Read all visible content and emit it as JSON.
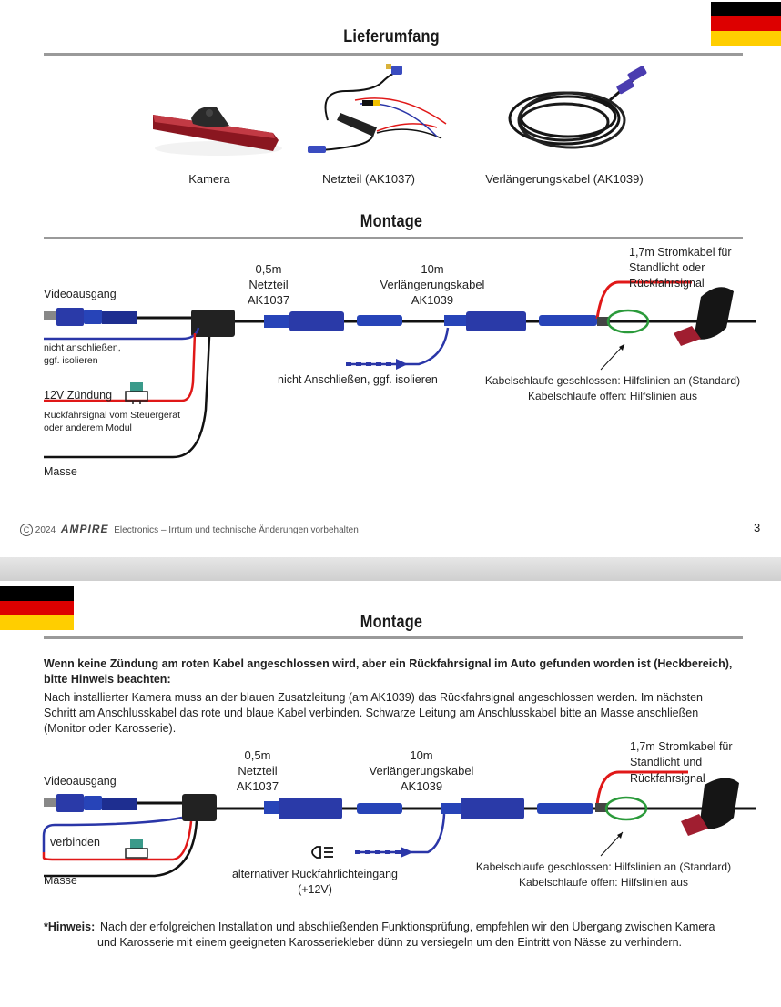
{
  "colors": {
    "flag_black": "#000000",
    "flag_red": "#dd0000",
    "flag_gold": "#ffce00",
    "cable_blue": "#2a36a8",
    "connector_blue": "#2744b8",
    "wire_red": "#e01818",
    "green_loop": "#2a9a3a",
    "rule_gray": "#9a9a9a"
  },
  "page1": {
    "title": "Lieferumfang",
    "items": [
      {
        "label": "Kamera"
      },
      {
        "label": "Netzteil (AK1037)"
      },
      {
        "label": "Verlängerungskabel (AK1039)"
      }
    ],
    "montage_title": "Montage",
    "diagram": {
      "videoausgang": "Videoausgang",
      "netzteil_len": "0,5m",
      "netzteil_name": "Netzteil",
      "netzteil_code": "AK1037",
      "ext_len": "10m",
      "ext_name": "Verlängerungskabel",
      "ext_code": "AK1039",
      "power_cable": [
        "1,7m Stromkabel für",
        "Standlicht oder",
        "Rückfahrsignal"
      ],
      "not_connect": [
        "nicht anschließen,",
        "ggf. isolieren"
      ],
      "ignition": "12V Zündung",
      "reverse_signal": [
        "Rückfahrsignal vom Steuergerät",
        "oder anderem Modul"
      ],
      "masse": "Masse",
      "blue_not_connect": "nicht Anschließen, ggf. isolieren",
      "loop_closed": "Kabelschlaufe geschlossen: Hilfslinien an (Standard)",
      "loop_open": "Kabelschlaufe offen: Hilfslinien aus"
    },
    "footer": {
      "copyright": "2024",
      "brand": "AMPIRE",
      "text": "Electronics – Irrtum und technische Änderungen vorbehalten",
      "page_number": "3"
    }
  },
  "page2": {
    "title": "Montage",
    "note_heading": [
      "Wenn keine Zündung am roten Kabel angeschlossen wird, aber ein Rückfahrsignal im Auto gefunden worden ist (Heckbereich),",
      "bitte Hinweis beachten:"
    ],
    "note_body": [
      "Nach installierter Kamera muss an der blauen Zusatzleitung (am AK1039) das Rückfahrsignal angeschlossen werden. Im nächsten",
      "Schritt am Anschlusskabel das rote und blaue Kabel verbinden. Schwarze Leitung am Anschlusskabel bitte an Masse anschließen",
      "(Monitor oder Karosserie)."
    ],
    "diagram": {
      "videoausgang": "Videoausgang",
      "netzteil_len": "0,5m",
      "netzteil_name": "Netzteil",
      "netzteil_code": "AK1037",
      "ext_len": "10m",
      "ext_name": "Verlängerungskabel",
      "ext_code": "AK1039",
      "power_cable": [
        "1,7m Stromkabel für",
        "Standlicht und",
        "Rückfahrsignal"
      ],
      "connect": "verbinden",
      "masse": "Masse",
      "alt_input": [
        "alternativer Rückfahrlichteingang",
        "(+12V)"
      ],
      "loop_closed": "Kabelschlaufe geschlossen: Hilfslinien an (Standard)",
      "loop_open": "Kabelschlaufe offen: Hilfslinien aus"
    },
    "hint_label": "*Hinweis:",
    "hint_text": [
      "Nach der erfolgreichen Installation und abschließenden Funktionsprüfung, empfehlen wir den Übergang zwischen Kamera",
      "und Karosserie mit einem geeigneten Karosseriekleber dünn zu versiegeln um den Eintritt von Nässe zu verhindern."
    ]
  }
}
